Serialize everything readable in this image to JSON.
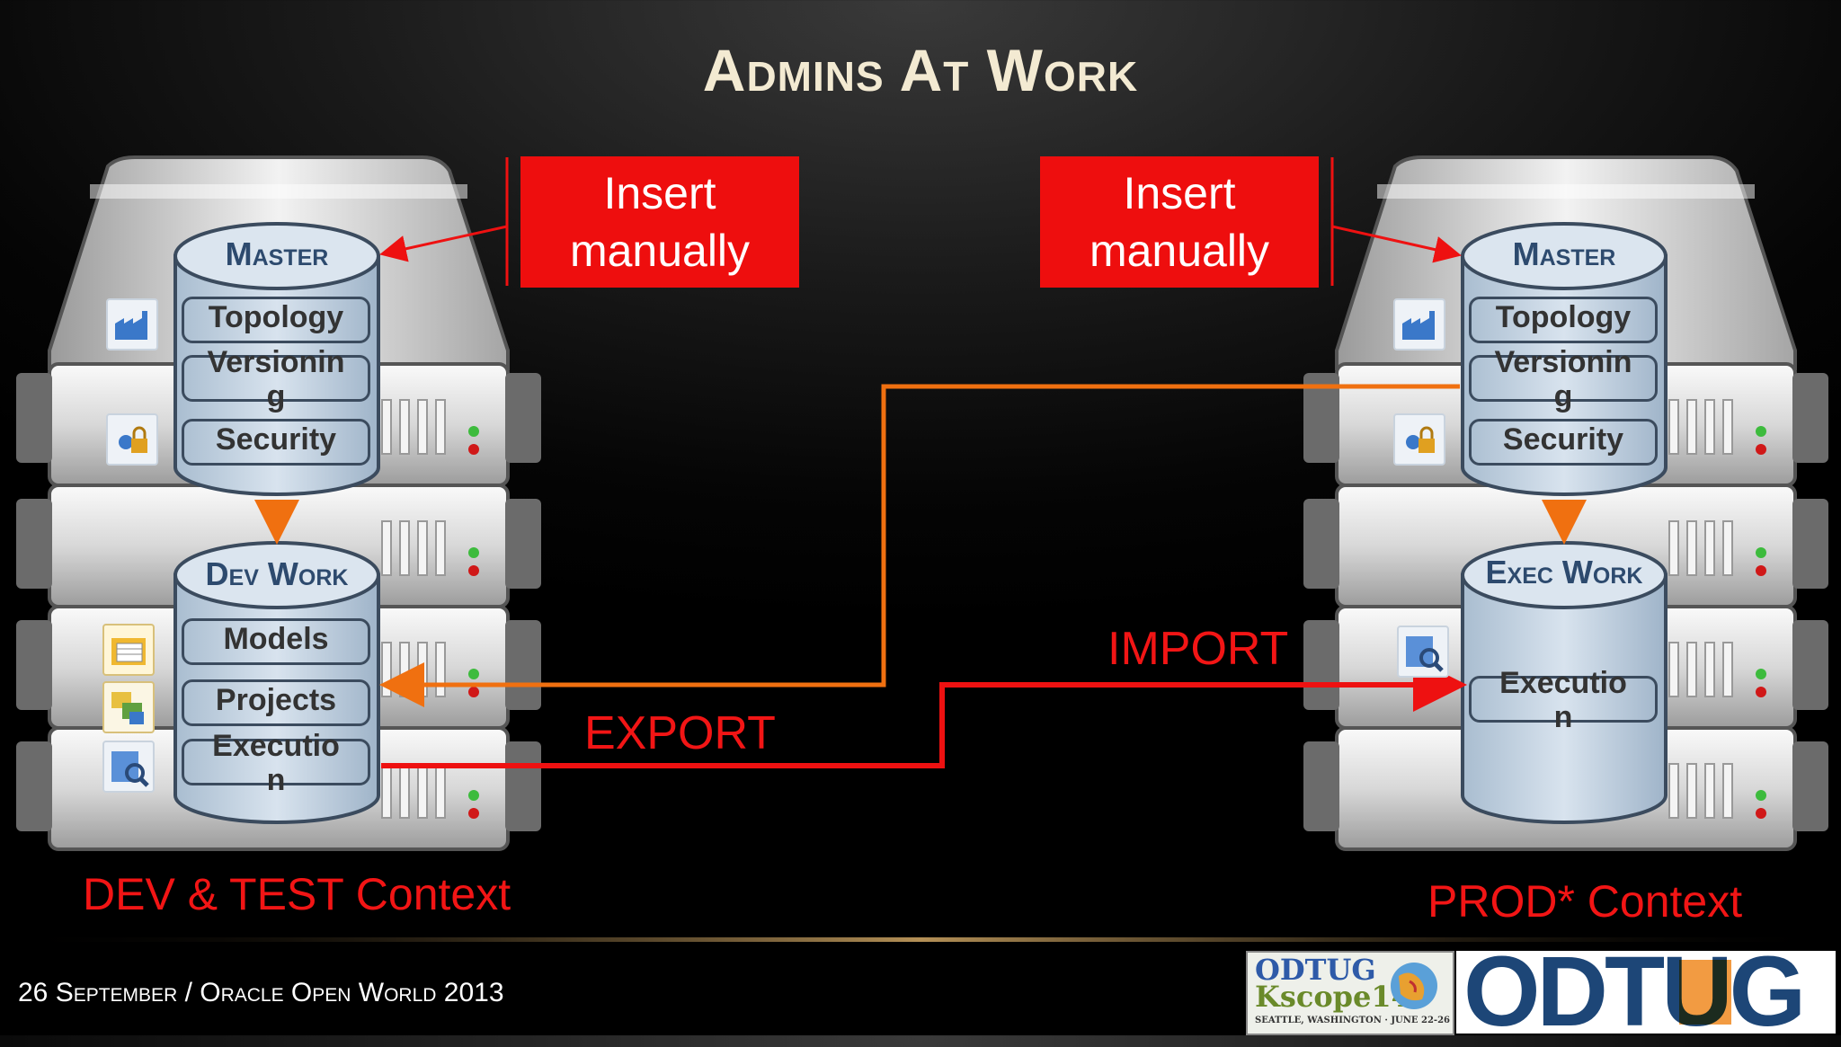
{
  "title": "Admins At Work",
  "insert_boxes": [
    {
      "line1": "Insert",
      "line2": "manually"
    },
    {
      "line1": "Insert",
      "line2": "manually"
    }
  ],
  "left_server": {
    "master": {
      "title": "Master",
      "items": [
        "Topology",
        "Versionin g",
        "Security"
      ]
    },
    "work": {
      "title": "Dev Work",
      "items": [
        "Models",
        "Projects",
        "Executio n"
      ]
    },
    "context": "DEV & TEST Context"
  },
  "right_server": {
    "master": {
      "title": "Master",
      "items": [
        "Topology",
        "Versionin g",
        "Security"
      ]
    },
    "work": {
      "title": "Exec Work",
      "items": [
        "Executio n"
      ]
    },
    "context": "PROD* Context"
  },
  "flows": {
    "export": "EXPORT",
    "import": "IMPORT"
  },
  "footer": "26 September / Oracle Open World 2013",
  "logos": {
    "kscope_line1": "ODTUG",
    "kscope_line2": "Kscope14",
    "kscope_line3": "SEATTLE, WASHINGTON · JUNE 22-26",
    "odtug": "ODTUG"
  },
  "colors": {
    "accent_red": "#ee0e0e",
    "flow_orange": "#f07010",
    "title_text": "#f3ead2"
  }
}
